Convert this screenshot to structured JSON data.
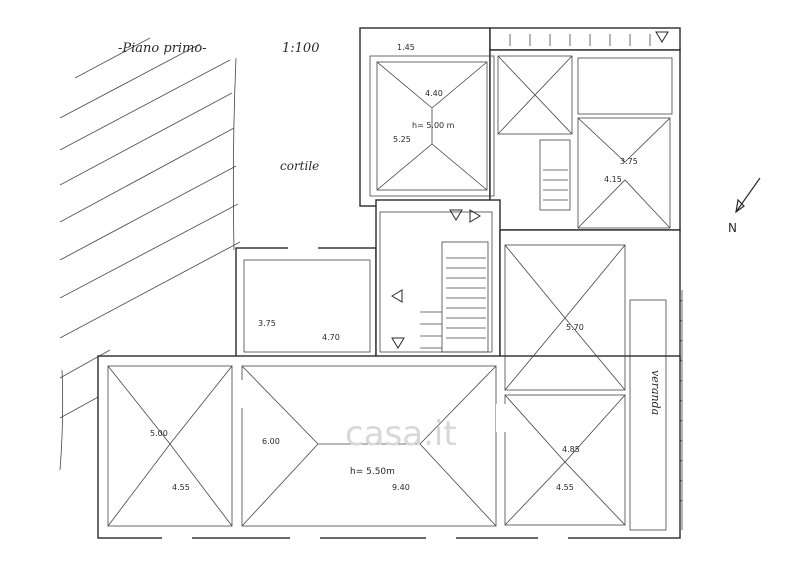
{
  "title": {
    "plan_name": "-Piano primo-",
    "scale": "1:100"
  },
  "north_label": "N",
  "courtyard_label": "cortile",
  "veranda_label": "veranda",
  "watermark": "casa.it",
  "room_labels": {
    "upper_room_top": "1.45",
    "upper_room_width": "4.40",
    "upper_room_height": "h= 5.00 m",
    "upper_room_depth": "5.25",
    "right_room_width": "3.75",
    "right_room_depth": "4.15",
    "mid_room_depth": "3.75",
    "mid_room_width": "4.70",
    "left_room_depth": "5.00",
    "left_room_width": "4.55",
    "hall_depth": "6.00",
    "hall_height": "h= 5.50m",
    "hall_width": "9.40",
    "east_room_upper": "5.70",
    "east_room_lower_depth": "4.85",
    "east_room_lower_width": "4.55"
  }
}
